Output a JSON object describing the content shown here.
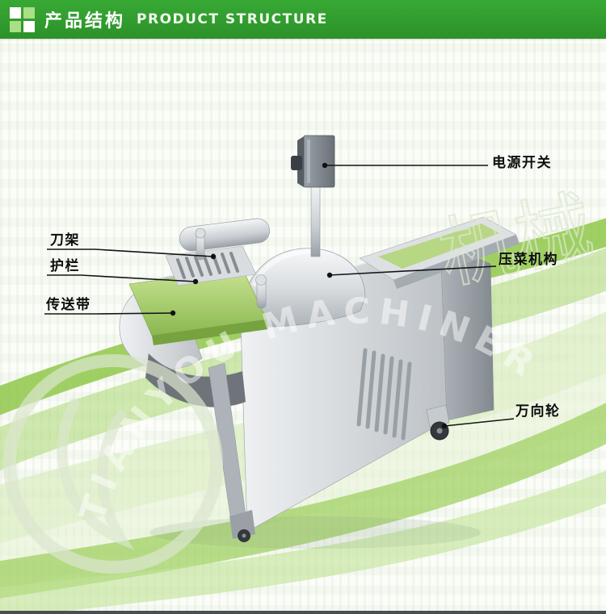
{
  "header": {
    "title_cn": "产品结构",
    "title_en": "PRODUCT STRUCTURE"
  },
  "annotations": {
    "power_switch": "电源开关",
    "press_mechanism": "压菜机构",
    "universal_wheel": "万向轮",
    "knife_rack": "刀架",
    "guard_rail": "护栏",
    "conveyor_belt": "传送带"
  },
  "watermark": {
    "text_en": "TIANYOU MACHINERY",
    "text_cn": "机械"
  },
  "colors": {
    "header_green": "#2f9e33",
    "ribbon_green": "#8cc63e",
    "belt_green": "#9ccb5f",
    "metal_light": "#eef0f2",
    "metal_dark": "#868d94",
    "label_text": "#0d0d0d"
  }
}
